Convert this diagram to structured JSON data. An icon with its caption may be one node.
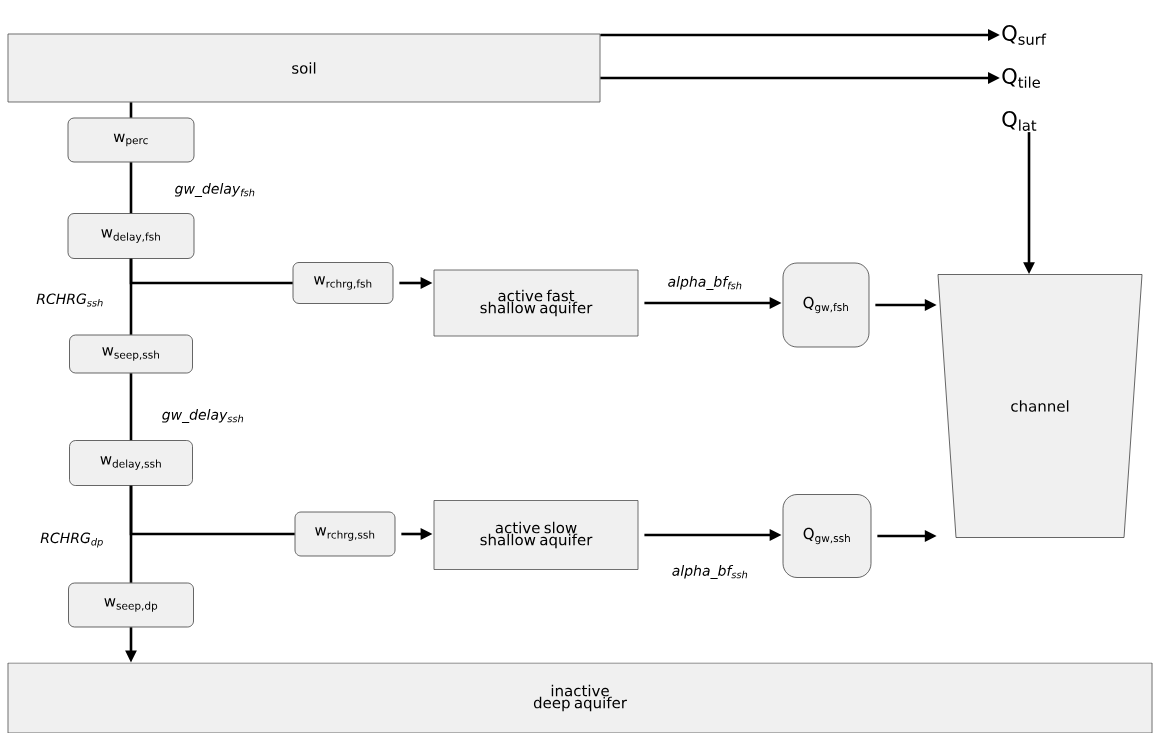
{
  "diagram": {
    "nodes": [
      {
        "text": [
          "soil"
        ]
      },
      {
        "text": [
          "w$_{perc}$"
        ]
      },
      {
        "text": [
          "w$_{delay,fsh}$"
        ]
      },
      {
        "text": [
          "w$_{seep,ssh}$"
        ]
      },
      {
        "text": [
          "w$_{delay,ssh}$"
        ]
      },
      {
        "text": [
          "w$_{seep,dp}$"
        ]
      },
      {
        "text": [
          "inactive deep aquifer"
        ]
      },
      {
        "text": [
          "w$_{rchrg,fsh}$"
        ]
      },
      {
        "text": [
          "active fast shallow aquifer"
        ]
      },
      {
        "text": [
          "w$_{rchrg,ssh}$"
        ]
      },
      {
        "text": [
          "active slow shallow aquifer"
        ]
      },
      {
        "text": [
          "Q$_{gw,fsh}$"
        ]
      },
      {
        "text": [
          "Q$_{gw,ssh}$"
        ]
      },
      {
        "text": [
          "channel"
        ]
      },
      {
        "text": [
          "Q$_{surf}$"
        ]
      },
      {
        "text": [
          "Q$_{tile}$"
        ]
      },
      {
        "text": [
          "Q$_{lat}$"
        ]
      }
    ],
    "edges": [
      {
        "from": 0,
        "to": 14,
        "arrow": "to"
      },
      {
        "from": 0,
        "to": 15,
        "arrow": "to"
      },
      {
        "from": 16,
        "to": 13,
        "arrow": "to"
      },
      {
        "from": 0,
        "to": 1,
        "arrow": "none"
      },
      {
        "from": 1,
        "to": 2,
        "arrow": "none",
        "label": "gw_delay$_{fsh}$"
      },
      {
        "from": 2,
        "to": 3,
        "arrow": "none"
      },
      {
        "from": 2,
        "to": 7,
        "arrow": "none",
        "label": "RCHRG$_{ssh}$"
      },
      {
        "from": 7,
        "to": 8,
        "arrow": "to"
      },
      {
        "from": 8,
        "to": 11,
        "arrow": "to",
        "label": "alpha_bf$_{fsh}$"
      },
      {
        "from": 11,
        "to": 13,
        "arrow": "to"
      },
      {
        "from": 3,
        "to": 4,
        "arrow": "none",
        "label": "gw_delay$_{ssh}$"
      },
      {
        "from": 4,
        "to": 5,
        "arrow": "none"
      },
      {
        "from": 4,
        "to": 9,
        "arrow": "none",
        "label": "RCHRG$_{dp}$"
      },
      {
        "from": 9,
        "to": 10,
        "arrow": "to"
      },
      {
        "from": 10,
        "to": 12,
        "arrow": "to",
        "label": "alpha_bf$_{ssh}$"
      },
      {
        "from": 12,
        "to": 13,
        "arrow": "to"
      },
      {
        "from": 5,
        "to": 6,
        "arrow": "to"
      }
    ]
  }
}
